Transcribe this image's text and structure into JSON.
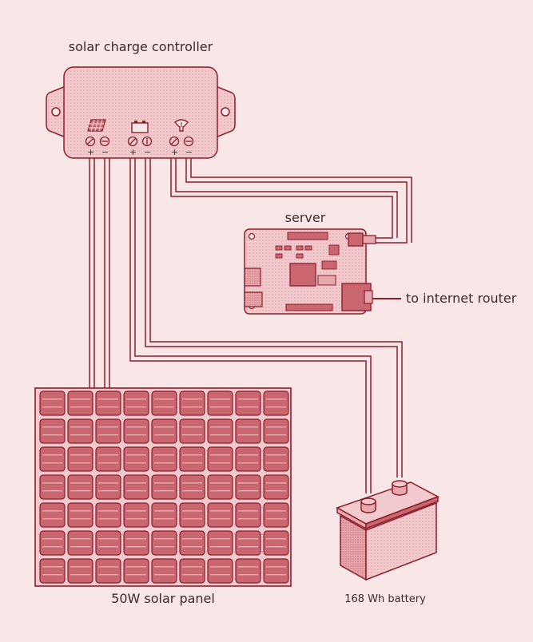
{
  "labels": {
    "controller": "solar charge controller",
    "server": "server",
    "router": "to internet router",
    "panel": "50W solar panel",
    "battery": "168 Wh battery"
  },
  "polarity": {
    "plus": "+",
    "minus": "−"
  },
  "colors": {
    "background": "#f9e6e7",
    "stroke": "#8a1f2d",
    "fill_light": "#f2c9cc",
    "fill_mid": "#e8a7ad",
    "fill_dark": "#c9666f"
  },
  "panel_grid": {
    "rows": 7,
    "cols": 9
  },
  "icons": [
    "solar-panel-icon",
    "battery-icon",
    "lamp-icon"
  ]
}
